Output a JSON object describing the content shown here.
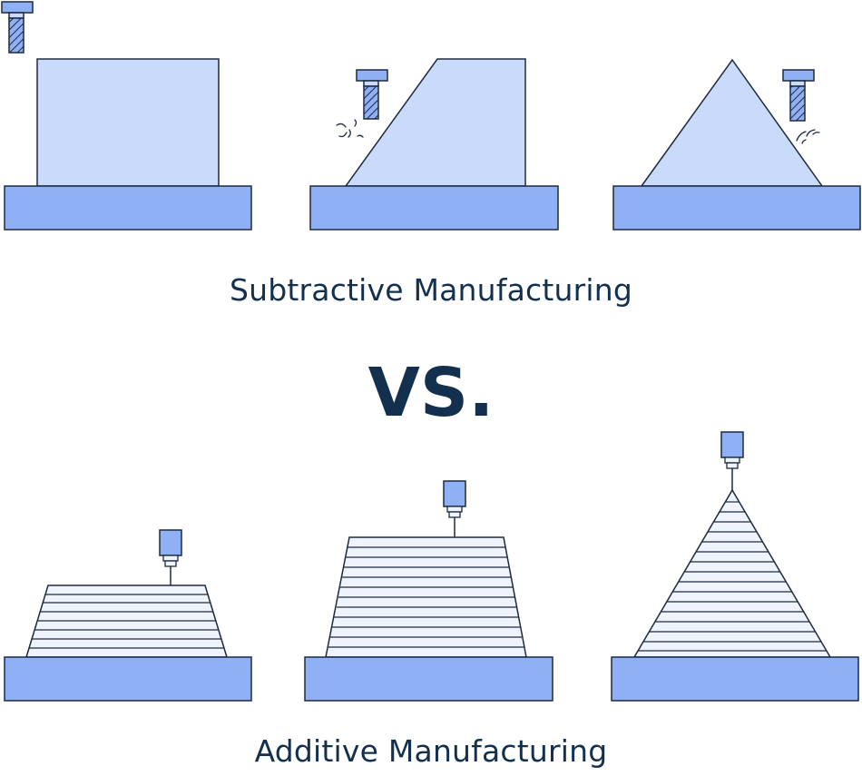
{
  "captions": {
    "subtractive": "Subtractive Manufacturing",
    "versus": "VS.",
    "additive": "Additive Manufacturing"
  },
  "colors": {
    "base": "#8fb0f5",
    "part": "#c9dafa",
    "outline": "#1d2a3e",
    "layer": "#eef3fc",
    "text": "#14304f"
  },
  "diagram": {
    "subtractive_stages": [
      "raw-block",
      "angled-cut",
      "pyramid"
    ],
    "additive_stages": [
      "low-trapezoid",
      "tall-trapezoid",
      "pyramid"
    ]
  }
}
